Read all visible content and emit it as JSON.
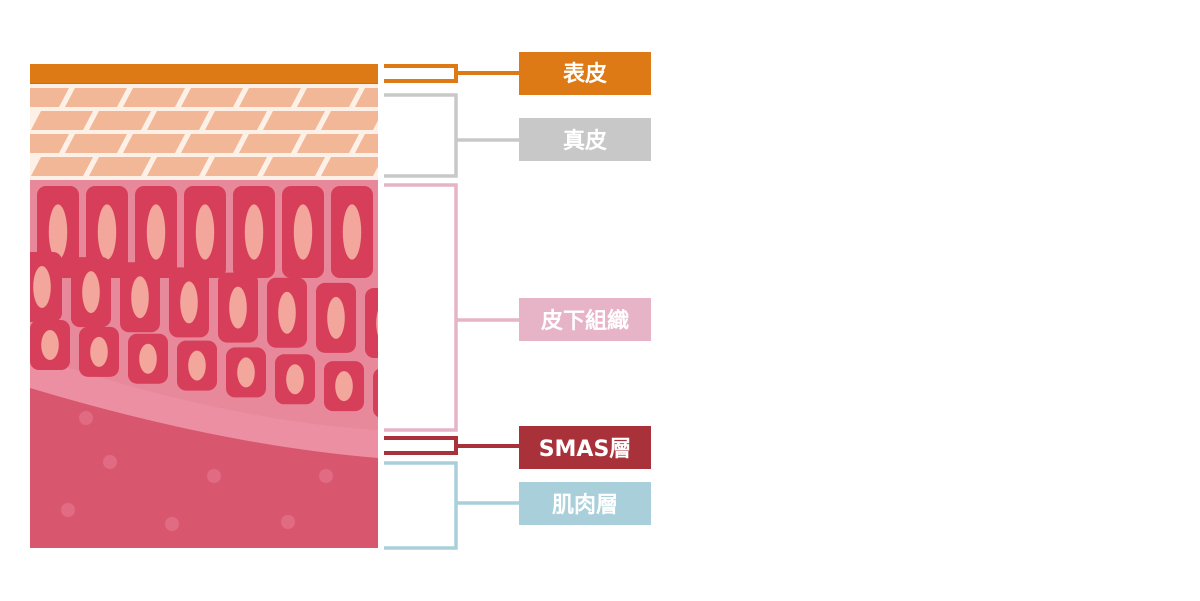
{
  "layers": [
    {
      "id": "epidermis",
      "label": "表皮",
      "color": "#de7a16"
    },
    {
      "id": "dermis",
      "label": "真皮",
      "color": "#c8c8c8"
    },
    {
      "id": "subcutaneous",
      "label": "皮下組織",
      "color": "#e6b4c6"
    },
    {
      "id": "smas",
      "label": "SMAS層",
      "color": "#a9313a"
    },
    {
      "id": "muscle",
      "label": "肌肉層",
      "color": "#a9d0da"
    }
  ],
  "tissue_colors": {
    "epidermis": "#de7a16",
    "dermis_brick": "#f1b796",
    "dermis_mortar": "#fdf0e6",
    "fat_background": "#e7889b",
    "fat_cell": "#d63e5a",
    "fat_nucleus": "#f2a69c",
    "smas_band": "#ec8fa3",
    "muscle": "#d9566f",
    "muscle_dot": "#e06b82"
  }
}
